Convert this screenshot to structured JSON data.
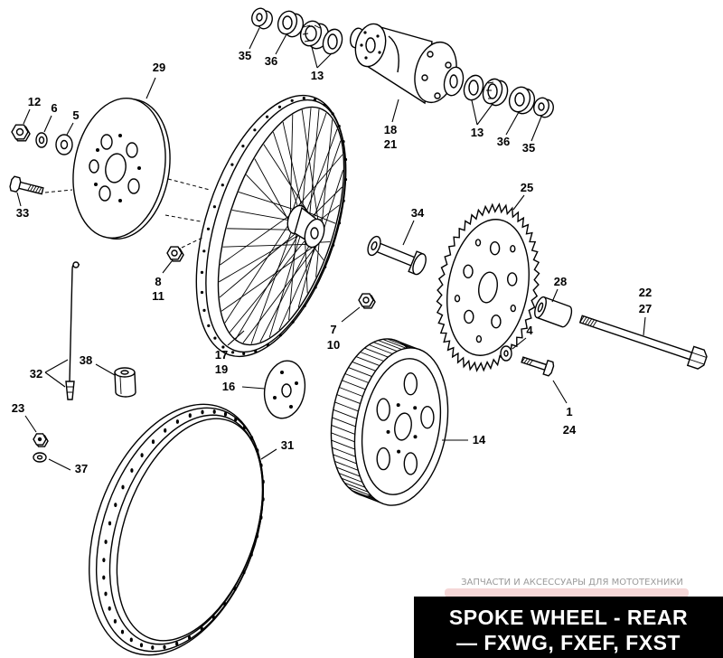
{
  "title": {
    "line1": "SPOKE WHEEL - REAR",
    "line2": "— FXWG, FXEF, FXST"
  },
  "watermark": "ЗАПЧАСТИ И АКСЕССУАРЫ ДЛЯ МОТОТЕХНИКИ",
  "colors": {
    "line": "#000000",
    "title_bg": "#000000",
    "title_text": "#ffffff",
    "watermark": "#9a9a9a",
    "logo": "#d04848"
  },
  "callouts": [
    {
      "label": "35"
    },
    {
      "label": "36"
    },
    {
      "label": "13"
    },
    {
      "label": "18"
    },
    {
      "label": "21"
    },
    {
      "label": "13"
    },
    {
      "label": "36"
    },
    {
      "label": "35"
    },
    {
      "label": "29"
    },
    {
      "label": "12"
    },
    {
      "label": "6"
    },
    {
      "label": "5"
    },
    {
      "label": "33"
    },
    {
      "label": "34"
    },
    {
      "label": "25"
    },
    {
      "label": "8"
    },
    {
      "label": "11"
    },
    {
      "label": "28"
    },
    {
      "label": "22"
    },
    {
      "label": "27"
    },
    {
      "label": "7"
    },
    {
      "label": "10"
    },
    {
      "label": "4"
    },
    {
      "label": "17"
    },
    {
      "label": "19"
    },
    {
      "label": "38"
    },
    {
      "label": "32"
    },
    {
      "label": "16"
    },
    {
      "label": "1"
    },
    {
      "label": "24"
    },
    {
      "label": "23"
    },
    {
      "label": "14"
    },
    {
      "label": "31"
    },
    {
      "label": "37"
    }
  ]
}
